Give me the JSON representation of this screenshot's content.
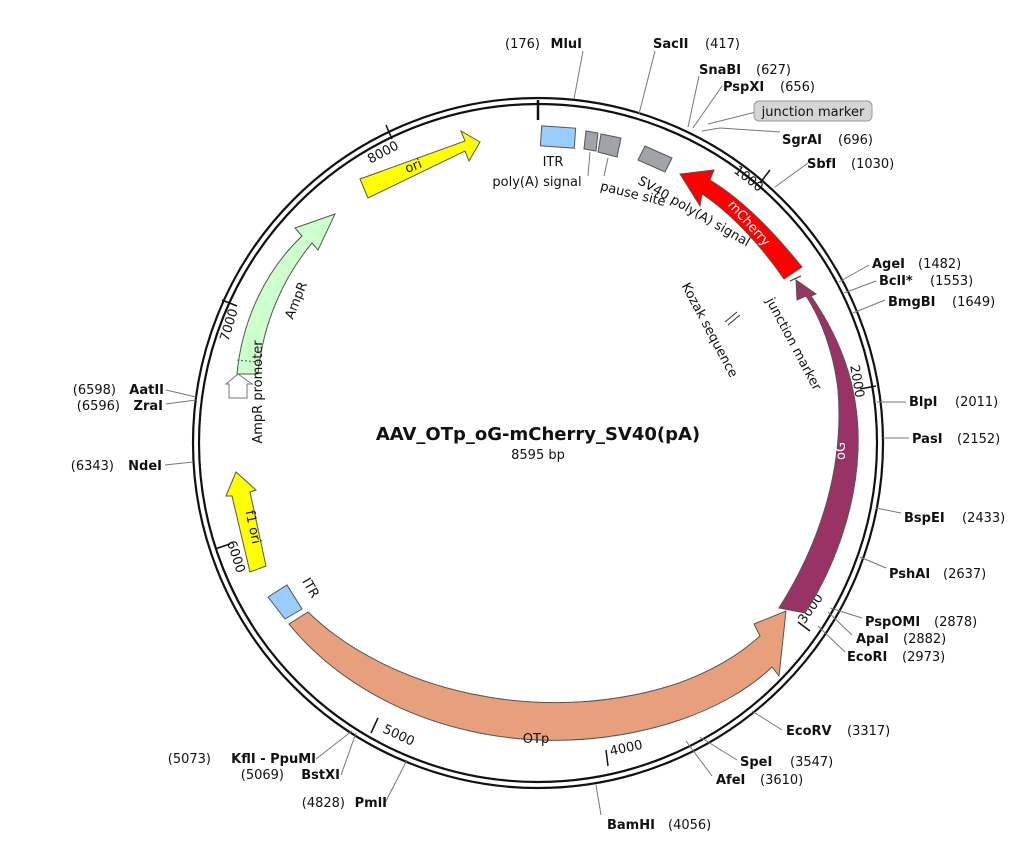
{
  "plasmid": {
    "name": "AAV_OTp_oG-mCherry_SV40(pA)",
    "length_label": "8595 bp",
    "length": 8595
  },
  "colors": {
    "ori": "#ffff00",
    "f1_ori": "#ffff00",
    "ampr": "#ccffcc",
    "mcherry": "#ff0000",
    "og": "#993366",
    "otp": "#e8a07c",
    "itr": "#99ccff",
    "grey_feature": "#a0a4a8"
  },
  "ticks": [
    {
      "pos": 1000,
      "label": "1000"
    },
    {
      "pos": 2000,
      "label": "2000"
    },
    {
      "pos": 3000,
      "label": "3000"
    },
    {
      "pos": 4000,
      "label": "4000"
    },
    {
      "pos": 5000,
      "label": "5000"
    },
    {
      "pos": 6000,
      "label": "6000"
    },
    {
      "pos": 7000,
      "label": "7000"
    },
    {
      "pos": 8000,
      "label": "8000"
    }
  ],
  "sites": [
    {
      "name": "MluI",
      "pos_label": "(176)"
    },
    {
      "name": "SacII",
      "pos_label": "(417)"
    },
    {
      "name": "SnaBI",
      "pos_label": "(627)"
    },
    {
      "name": "PspXI",
      "pos_label": "(656)"
    },
    {
      "name": "SgrAI",
      "pos_label": "(696)"
    },
    {
      "name": "SbfI",
      "pos_label": "(1030)"
    },
    {
      "name": "AgeI",
      "pos_label": "(1482)"
    },
    {
      "name": "BclI*",
      "pos_label": "(1553)"
    },
    {
      "name": "BmgBI",
      "pos_label": "(1649)"
    },
    {
      "name": "BlpI",
      "pos_label": "(2011)"
    },
    {
      "name": "PasI",
      "pos_label": "(2152)"
    },
    {
      "name": "BspEI",
      "pos_label": "(2433)"
    },
    {
      "name": "PshAI",
      "pos_label": "(2637)"
    },
    {
      "name": "PspOMI",
      "pos_label": "(2878)"
    },
    {
      "name": "ApaI",
      "pos_label": "(2882)"
    },
    {
      "name": "EcoRI",
      "pos_label": "(2973)"
    },
    {
      "name": "EcoRV",
      "pos_label": "(3317)"
    },
    {
      "name": "SpeI",
      "pos_label": "(3547)"
    },
    {
      "name": "AfeI",
      "pos_label": "(3610)"
    },
    {
      "name": "BamHI",
      "pos_label": "(4056)"
    },
    {
      "name": "PmlI",
      "pos_label": "(4828)"
    },
    {
      "name": "BstXI",
      "pos_label": "(5069)"
    },
    {
      "name": "KflI - PpuMI",
      "pos_label": "(5073)"
    },
    {
      "name": "NdeI",
      "pos_label": "(6343)"
    },
    {
      "name": "ZraI",
      "pos_label": "(6596)"
    },
    {
      "name": "AatII",
      "pos_label": "(6598)"
    }
  ],
  "features": {
    "ori": "ori",
    "ampr": "AmpR",
    "ampr_promoter": "AmpR promoter",
    "f1_ori": "f1 ori",
    "itr_left": "ITR",
    "itr_right": "ITR",
    "polya_signal": "poly(A) signal",
    "pause_site": "pause site",
    "sv40_polya": "SV40 poly(A) signal",
    "mcherry": "mCherry",
    "og": "oG",
    "otp": "OTp",
    "kozak": "Kozak sequence",
    "junction_marker_inner": "junction marker",
    "junction_marker_tag": "junction marker"
  }
}
